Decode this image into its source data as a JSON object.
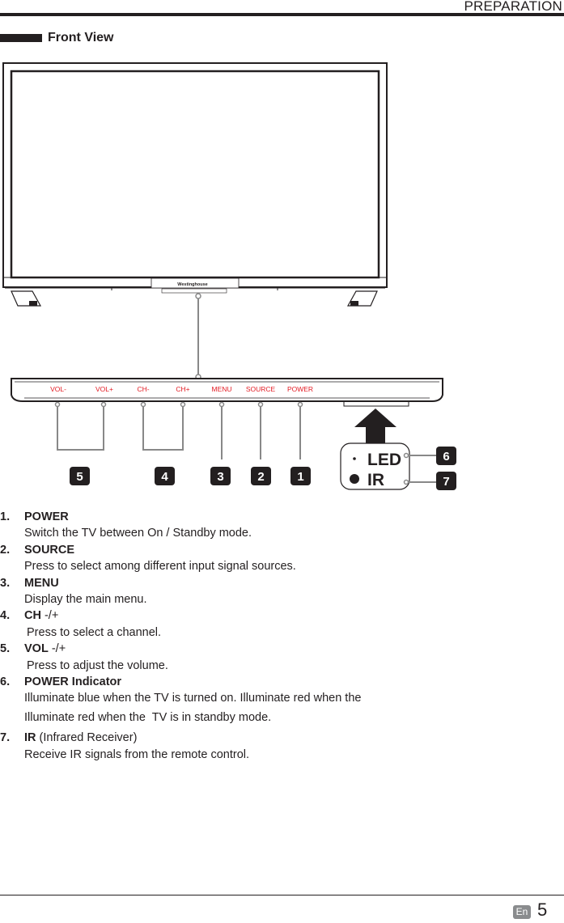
{
  "header": {
    "title": "PREPARATION"
  },
  "section": {
    "title": "Front View"
  },
  "tv": {
    "brand": "Westinghouse"
  },
  "controls": {
    "vol_minus": "VOL-",
    "vol_plus": "VOL+",
    "ch_minus": "CH-",
    "ch_plus": "CH+",
    "menu": "MENU",
    "source": "SOURCE",
    "power": "POWER",
    "label_color": "#e31b23"
  },
  "callouts": {
    "n5": "5",
    "n4": "4",
    "n3": "3",
    "n2": "2",
    "n1": "1",
    "n6": "6",
    "n7": "7",
    "led": "LED",
    "ir": "IR",
    "badge_color": "#231f20"
  },
  "items": [
    {
      "num": "1.",
      "title": "POWER",
      "desc": "Switch the TV between On / Standby mode."
    },
    {
      "num": "2.",
      "title": "SOURCE",
      "desc": "Press to select among different input signal sources."
    },
    {
      "num": "3.",
      "title": "MENU",
      "desc": "Display the main menu."
    },
    {
      "num": "4.",
      "title": "CH",
      "title_suffix": " -/+",
      "desc": "Press to select a channel."
    },
    {
      "num": "5.",
      "title": "VOL",
      "title_suffix": " -/+",
      "desc": "Press to adjust the volume."
    },
    {
      "num": "6.",
      "title": "POWER Indicator",
      "desc": "Illuminate blue when the TV is turned on. Illuminate red when the",
      "desc2": "Illuminate red when the  TV is in standby mode."
    },
    {
      "num": "7.",
      "title": "IR",
      "title_suffix": " (Infrared Receiver)",
      "desc": "Receive IR signals from the remote control."
    }
  ],
  "footer": {
    "lang": "En",
    "page": "5"
  }
}
